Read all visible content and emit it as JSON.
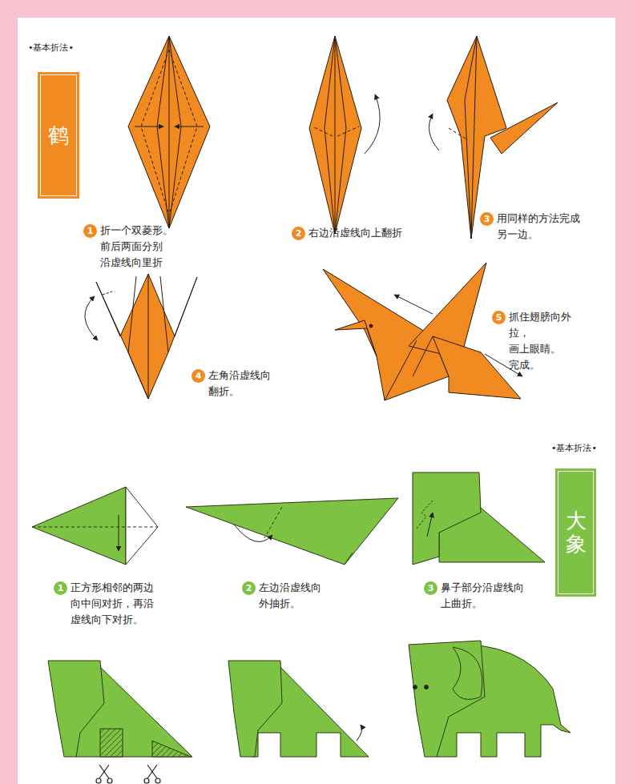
{
  "diagram": {
    "nodes": [
      {
        "text": [
          "鹤"
        ]
      },
      {
        "text": [
          "1",
          "折一个双菱形。前后两面分别 沿虚线向里折"
        ]
      },
      {
        "text": [
          "2",
          "右边沿虚线向上翻折"
        ]
      },
      {
        "text": [
          "3",
          "用同样的方法完成 另一边。"
        ]
      },
      {
        "text": [
          "4",
          "左角沿虚线向 翻折。"
        ]
      },
      {
        "text": [
          "5",
          "抓住翅膀向外 拉，画上眼睛。 完成。"
        ]
      },
      {
        "text": [
          "大象"
        ]
      },
      {
        "text": [
          "1",
          "正方形相邻的两边 向中间对折，再沿 虚线向下对折。"
        ]
      },
      {
        "text": [
          "2",
          "左边沿虚线向 外抽折。"
        ]
      },
      {
        "text": [
          "3",
          "鼻子部分沿虚线向 上曲折。"
        ]
      }
    ],
    "edges": [],
    "labels": [
      "•基本折法•",
      "•基本折法•"
    ]
  }
}
